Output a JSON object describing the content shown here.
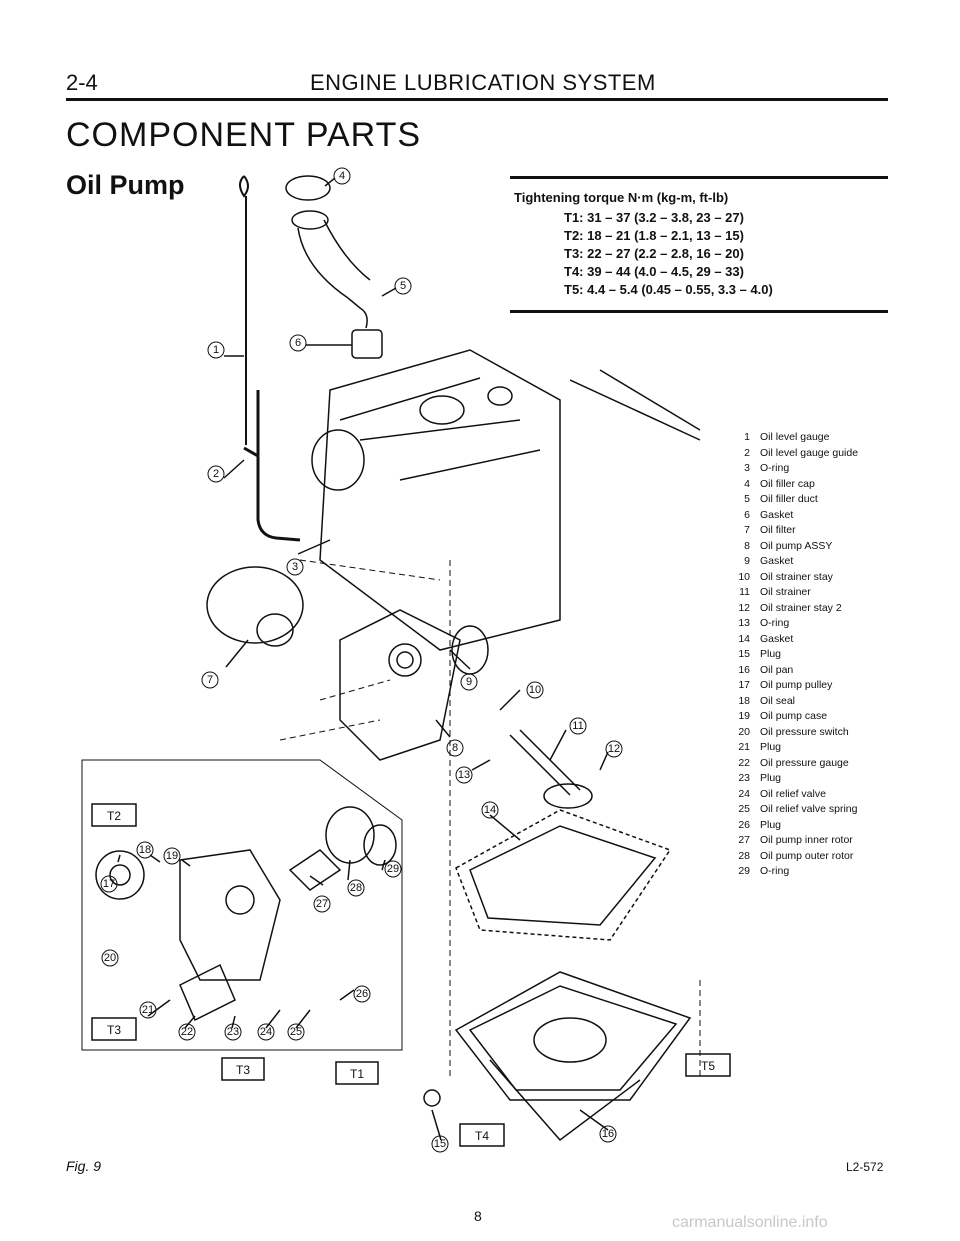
{
  "header": {
    "page_number": "2-4",
    "section": "ENGINE LUBRICATION SYSTEM"
  },
  "section_title": "COMPONENT PARTS",
  "subsection_title": "Oil Pump",
  "torque_spec": {
    "heading": "Tightening torque N·m (kg-m, ft-lb)",
    "rows": [
      "T1:  31 – 37 (3.2 – 3.8, 23 – 27)",
      "T2:  18 – 21 (1.8 – 2.1, 13 – 15)",
      "T3:  22 – 27 (2.2 – 2.8, 16 – 20)",
      "T4:  39 – 44 (4.0 – 4.5, 29 – 33)",
      "T5:  4.4 – 5.4 (0.45 – 0.55, 3.3 – 4.0)"
    ]
  },
  "legend": [
    {
      "num": "1",
      "name": "Oil level gauge"
    },
    {
      "num": "2",
      "name": "Oil level gauge guide"
    },
    {
      "num": "3",
      "name": "O-ring"
    },
    {
      "num": "4",
      "name": "Oil filler cap"
    },
    {
      "num": "5",
      "name": "Oil filler duct"
    },
    {
      "num": "6",
      "name": "Gasket"
    },
    {
      "num": "7",
      "name": "Oil filter"
    },
    {
      "num": "8",
      "name": "Oil pump ASSY"
    },
    {
      "num": "9",
      "name": "Gasket"
    },
    {
      "num": "10",
      "name": "Oil strainer stay"
    },
    {
      "num": "11",
      "name": "Oil strainer"
    },
    {
      "num": "12",
      "name": "Oil strainer stay 2"
    },
    {
      "num": "13",
      "name": "O-ring"
    },
    {
      "num": "14",
      "name": "Gasket"
    },
    {
      "num": "15",
      "name": "Plug"
    },
    {
      "num": "16",
      "name": "Oil pan"
    },
    {
      "num": "17",
      "name": "Oil pump pulley"
    },
    {
      "num": "18",
      "name": "Oil seal"
    },
    {
      "num": "19",
      "name": "Oil pump case"
    },
    {
      "num": "20",
      "name": "Oil pressure switch"
    },
    {
      "num": "21",
      "name": "Plug"
    },
    {
      "num": "22",
      "name": "Oil pressure gauge"
    },
    {
      "num": "23",
      "name": "Plug"
    },
    {
      "num": "24",
      "name": "Oil relief valve"
    },
    {
      "num": "25",
      "name": "Oil relief valve spring"
    },
    {
      "num": "26",
      "name": "Plug"
    },
    {
      "num": "27",
      "name": "Oil pump inner rotor"
    },
    {
      "num": "28",
      "name": "Oil pump outer rotor"
    },
    {
      "num": "29",
      "name": "O-ring"
    }
  ],
  "diagram_torque_tags": {
    "t2": "T2",
    "t3_left": "T3",
    "t3_bottom": "T3",
    "t1": "T1",
    "t4": "T4",
    "t5": "T5"
  },
  "callouts": {
    "c1": "1",
    "c2": "2",
    "c3": "3",
    "c4": "4",
    "c5": "5",
    "c6": "6",
    "c7": "7",
    "c8": "8",
    "c9": "9",
    "c10": "10",
    "c11": "11",
    "c12": "12",
    "c13": "13",
    "c14": "14",
    "c15": "15",
    "c16": "16",
    "c17": "17",
    "c18": "18",
    "c19": "19",
    "c20": "20",
    "c21": "21",
    "c22": "22",
    "c23": "23",
    "c24": "24",
    "c25": "25",
    "c26": "26",
    "c27": "27",
    "c28": "28",
    "c29": "29"
  },
  "figure_label": "Fig. 9",
  "reference_code": "L2-572",
  "footer_page": "8",
  "watermark": "carmanualsonline.info"
}
